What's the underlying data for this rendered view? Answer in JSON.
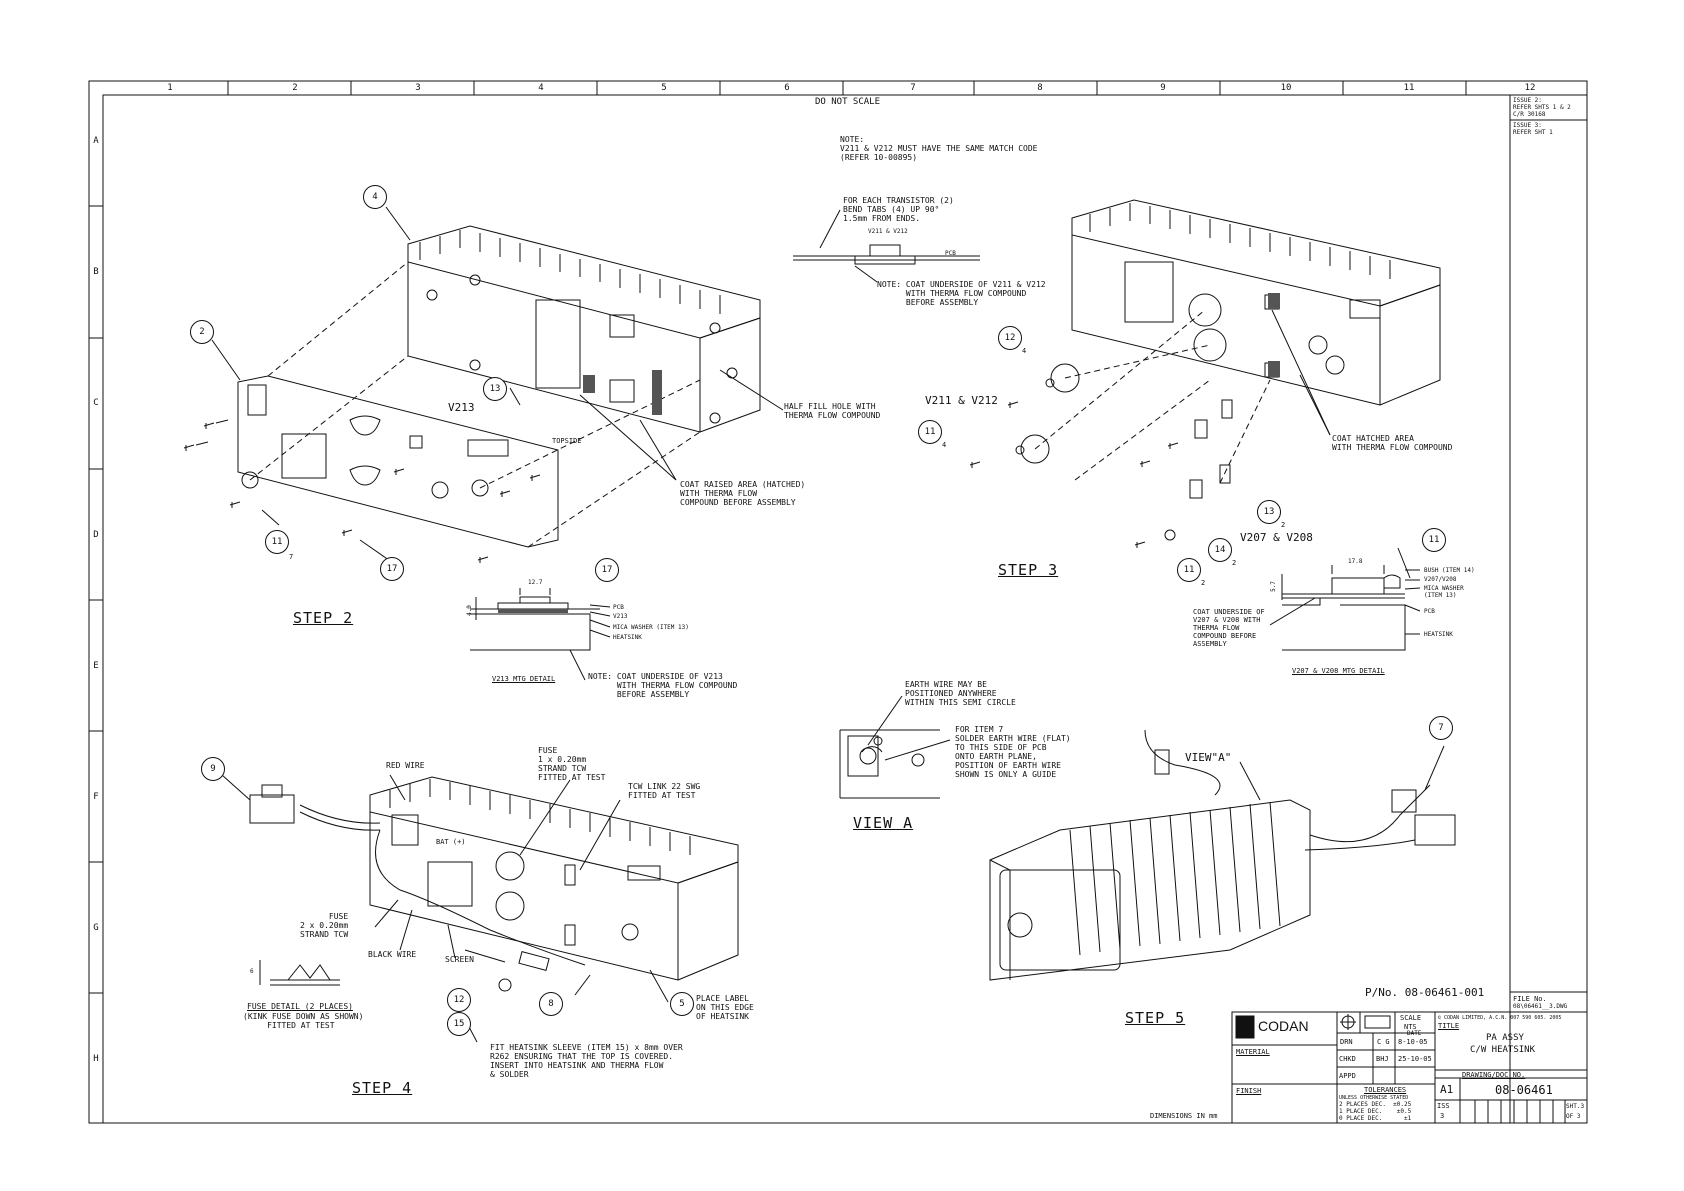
{
  "border": {
    "columns": [
      "1",
      "2",
      "3",
      "4",
      "5",
      "6",
      "7",
      "8",
      "9",
      "10",
      "11",
      "12"
    ],
    "rows": [
      "A",
      "B",
      "C",
      "D",
      "E",
      "F",
      "G",
      "H"
    ]
  },
  "header": {
    "do_not_scale": "DO NOT SCALE"
  },
  "issues": {
    "issue2": "ISSUE 2:\nREFER SHTS 1 & 2\nC/R 30168",
    "issue3": "ISSUE 3:\nREFER SHT 1"
  },
  "notes": {
    "match_code": "NOTE:\nV211 & V212 MUST HAVE THE SAME MATCH CODE\n(REFER 10-00895)",
    "bend_tabs": "FOR EACH TRANSISTOR (2)\nBEND TABS (4) UP 90°\n1.5mm FROM ENDS.",
    "v211_v212_small": "V211 & V212",
    "pcb_small": "PCB",
    "coat_v211": "NOTE: COAT UNDERSIDE OF V211 & V212\n      WITH THERMA FLOW COMPOUND\n      BEFORE ASSEMBLY",
    "half_fill": "HALF FILL HOLE WITH\nTHERMA FLOW COMPOUND",
    "coat_raised": "COAT RAISED AREA (HATCHED)\nWITH THERMA FLOW\nCOMPOUND BEFORE ASSEMBLY",
    "coat_hatched": "COAT HATCHED AREA\nWITH THERMA FLOW COMPOUND",
    "coat_v213": "NOTE: COAT UNDERSIDE OF V213\n      WITH THERMA FLOW COMPOUND\n      BEFORE ASSEMBLY",
    "earth_wire": "EARTH WIRE MAY BE\nPOSITIONED ANYWHERE\nWITHIN THIS SEMI CIRCLE",
    "item7": "FOR ITEM 7\nSOLDER EARTH WIRE (FLAT)\nTO THIS SIDE OF PCB\nONTO EARTH PLANE,\nPOSITION OF EARTH WIRE\nSHOWN IS ONLY A GUIDE",
    "fuse_tcw": "FUSE\n1 x 0.20mm\nSTRAND TCW\nFITTED AT TEST",
    "tcw_link": "TCW LINK 22 SWG\nFITTED AT TEST",
    "fuse_strand": "FUSE\n2 x 0.20mm\nSTRAND TCW",
    "red_wire": "RED WIRE",
    "black_wire": "BLACK WIRE",
    "screen": "SCREEN",
    "bat": "BAT (+)",
    "place_label": "PLACE LABEL\nON THIS EDGE\nOF HEATSINK",
    "sleeve": "FIT HEATSINK SLEEVE (ITEM 15) x 8mm OVER\nR262 ENSURING THAT THE TOP IS COVERED.\nINSERT INTO HEATSINK AND THERMA FLOW\n& SOLDER",
    "kink": "(KINK FUSE DOWN AS SHOWN)\n     FITTED AT TEST",
    "coat_v207": "COAT UNDERSIDE OF\nV207 & V208 WITH\nTHERMA FLOW\nCOMPOUND BEFORE\nASSEMBLY",
    "dimensions": "DIMENSIONS IN mm",
    "part_no": "P/No. 08-06461-001",
    "topside": "TOPSIDE"
  },
  "labels": {
    "v213": "V213",
    "v211_v212": "V211 & V212",
    "v207_v208": "V207 & V208",
    "view_a_arrow": "VIEW\"A\"",
    "step2": "STEP 2",
    "step3": "STEP 3",
    "step4": "STEP 4",
    "step5": "STEP 5",
    "view_a": "VIEW A",
    "v213_detail": "V213 MTG DETAIL",
    "v207_detail": "V207 & V208 MTG DETAIL",
    "fuse_detail": "FUSE DETAIL (2 PLACES)"
  },
  "v213_detail": {
    "dim_width": "12.7",
    "dim_height": "4.0",
    "stack": [
      "PCB",
      "V213",
      "MICA WASHER (ITEM 13)",
      "HEATSINK"
    ]
  },
  "v207_detail": {
    "dim_width": "17.8",
    "dim_height": "5.7",
    "stack": [
      "BUSH (ITEM 14)",
      "V207/V208",
      "MICA WASHER\n(ITEM 13)",
      "PCB",
      "HEATSINK"
    ]
  },
  "fuse_detail": {
    "dim": "6"
  },
  "balloons": {
    "b4": "4",
    "b2": "2",
    "b13": "13",
    "b11a": "11",
    "b17a": "17",
    "b17b": "17",
    "b12a": "12",
    "b11b": "11",
    "b13b": "13",
    "b14": "14",
    "b11c": "11",
    "b11d": "11",
    "b9": "9",
    "b12b": "12",
    "b15": "15",
    "b8": "8",
    "b5": "5",
    "b7": "7"
  },
  "qty": {
    "q11a": "7",
    "q12a": "4",
    "q11b": "4",
    "q13b": "2",
    "q14": "2",
    "q11c": "2"
  },
  "title_block": {
    "company": "CODAN",
    "scale_label": "SCALE",
    "scale_value": "NTS",
    "drn": "DRN",
    "drn_initials": "C G",
    "date_label": "DATE",
    "drn_date": "8-10-05",
    "chkd": "CHKD",
    "chkd_initials": "BHJ",
    "chkd_date": "25-10-05",
    "appd": "APPD",
    "material": "MATERIAL",
    "finish": "FINISH",
    "copyright": "© CODAN LIMITED, A.C.N. 007 590 605. 2005",
    "title_label": "TITLE",
    "title_line1": "PA ASSY",
    "title_line2": "C/W HEATSINK",
    "drawing_no_label": "DRAWING/DOC NO.",
    "drawing_no": "08-06461",
    "size": "A1",
    "iss_label": "ISS",
    "iss_value": "3",
    "tolerances": "TOLERANCES",
    "unless": "UNLESS OTHERWISE STATED",
    "tol_rows": "2 PLACES DEC.  ±0.25\n1 PLACE DEC.    ±0.5\n0 PLACE DEC.      ±1",
    "sht": "SHT.3",
    "of": "OF 3",
    "file_label": "FILE No.",
    "file_value": "08\\06461__3.DWG"
  }
}
